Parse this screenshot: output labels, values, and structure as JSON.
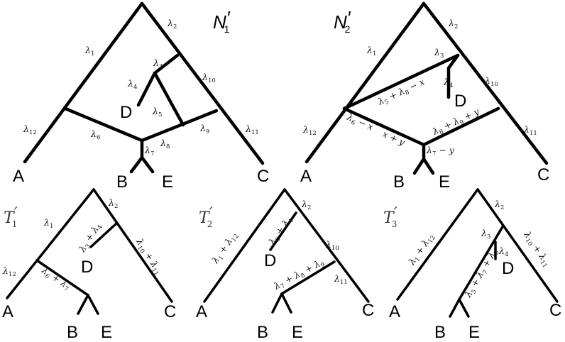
{
  "panels": {
    "n1": {
      "title": "N",
      "title_sub": "1",
      "title_prime": "′",
      "leaves": {
        "a": "A",
        "b": "B",
        "c": "C",
        "d": "D",
        "e": "E"
      },
      "labels": {
        "l1": [
          "λ",
          "1"
        ],
        "l2": [
          "λ",
          "2"
        ],
        "l3": [
          "λ",
          "3"
        ],
        "l4": [
          "λ",
          "4"
        ],
        "l5": [
          "λ",
          "5"
        ],
        "l6": [
          "λ",
          "6"
        ],
        "l7": [
          "λ",
          "7"
        ],
        "l8": [
          "λ",
          "8"
        ],
        "l9": [
          "λ",
          "9"
        ],
        "l10": [
          "λ",
          "10"
        ],
        "l11": [
          "λ",
          "11"
        ],
        "l12": [
          "λ",
          "12"
        ]
      }
    },
    "n2": {
      "title": "N",
      "title_sub": "2",
      "title_prime": "′",
      "leaves": {
        "a": "A",
        "b": "B",
        "c": "C",
        "d": "D",
        "e": "E"
      },
      "labels": {
        "l1": [
          "λ",
          "1"
        ],
        "l2": [
          "λ",
          "2"
        ],
        "l3": [
          "λ",
          "3"
        ],
        "l4": [
          "λ",
          "4"
        ],
        "l10": [
          "λ",
          "10"
        ],
        "l11": [
          "λ",
          "11"
        ],
        "l12": [
          "λ",
          "12"
        ],
        "l5x": [
          "λ",
          "5",
          " + λ",
          "8",
          " − x"
        ],
        "l6x": [
          "λ",
          "6",
          " − x"
        ],
        "xy": [
          "x + y"
        ],
        "l8y": [
          "λ",
          "8",
          " + λ",
          "9",
          " + y"
        ],
        "l7y": [
          "λ",
          "7",
          " − y"
        ]
      }
    },
    "t1": {
      "title": "T",
      "title_sub": "1",
      "title_prime": "′",
      "leaves": {
        "a": "A",
        "b": "B",
        "c": "C",
        "d": "D",
        "e": "E"
      },
      "labels": {
        "l1": [
          "λ",
          "1"
        ],
        "l2": [
          "λ",
          "2"
        ],
        "l12": [
          "λ",
          "12"
        ],
        "l34": [
          "λ",
          "3",
          " + λ",
          "4"
        ],
        "l1011": [
          "λ",
          "10",
          " + λ",
          "11"
        ],
        "l67": [
          "λ",
          "6",
          " + λ",
          "7"
        ]
      }
    },
    "t2": {
      "title": "T",
      "title_sub": "2",
      "title_prime": "′",
      "leaves": {
        "a": "A",
        "b": "B",
        "c": "C",
        "d": "D",
        "e": "E"
      },
      "labels": {
        "l2": [
          "λ",
          "2"
        ],
        "l10": [
          "λ",
          "10"
        ],
        "l11": [
          "λ",
          "11"
        ],
        "l112": [
          "λ",
          "1",
          " + λ",
          "12"
        ],
        "l34": [
          "λ",
          "3",
          " + λ",
          "4"
        ],
        "l789": [
          "λ",
          "7",
          " + λ",
          "8",
          " + λ",
          "9"
        ]
      }
    },
    "t3": {
      "title": "T",
      "title_sub": "3",
      "title_prime": "′",
      "leaves": {
        "a": "A",
        "b": "B",
        "c": "C",
        "d": "D",
        "e": "E"
      },
      "labels": {
        "l2": [
          "λ",
          "2"
        ],
        "l3": [
          "λ",
          "3"
        ],
        "l4": [
          "λ",
          "4"
        ],
        "l112": [
          "λ",
          "1",
          " + λ",
          "12"
        ],
        "l1011": [
          "λ",
          "10",
          " + λ",
          "11"
        ],
        "l578": [
          "λ",
          "5",
          " + λ",
          "7",
          " + λ",
          "8"
        ]
      }
    }
  }
}
